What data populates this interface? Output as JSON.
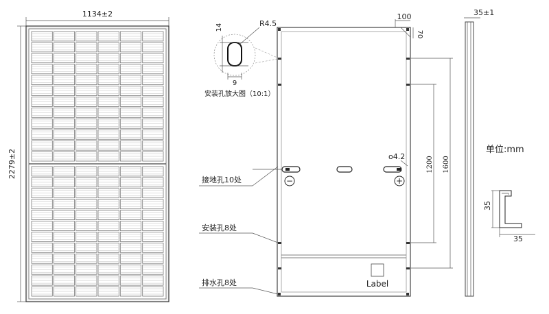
{
  "front_view": {
    "width_label": "1134±2",
    "height_label": "2279±2"
  },
  "back_view": {
    "detail_height_label": "14",
    "detail_radius_label": "R4.5",
    "detail_width_label": "9",
    "detail_caption": "安装孔放大图（10:1）",
    "corner_width_label": "100",
    "corner_offset_label": "70",
    "hole_diameter_label": "ο4.2",
    "dim_1200": "1200",
    "dim_1600": "1600",
    "grounding_label": "接地孔10处",
    "mounting_label": "安装孔8处",
    "drain_label": "排水孔8处",
    "label_box_text": "Label",
    "negative_symbol": "−",
    "positive_symbol": "+"
  },
  "side_view": {
    "thickness_label": "35±1",
    "unit_label": "单位:mm",
    "profile_height_label": "35",
    "profile_width_label": "35"
  }
}
